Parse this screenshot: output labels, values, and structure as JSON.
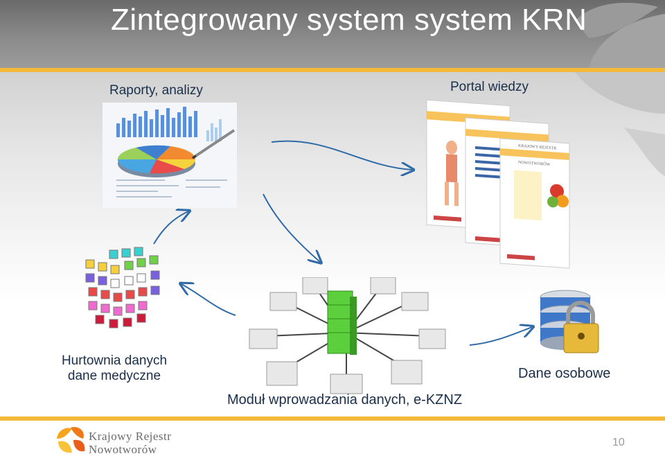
{
  "slide": {
    "title": "Zintegrowany system system KRN",
    "page_number": "10"
  },
  "nodes": {
    "reports": {
      "label": "Raporty, analizy"
    },
    "portal": {
      "label": "Portal wiedzy"
    },
    "warehouse": {
      "line1": "Hurtownia danych",
      "line2": "dane medyczne"
    },
    "entry_module": {
      "label": "Moduł wprowadzania danych, e-KZNZ"
    },
    "personal_data": {
      "label": "Dane osobowe"
    }
  },
  "logo": {
    "line1": "Krajowy Rejestr",
    "line2": "Nowotworów"
  },
  "portal_screens": {
    "site_name_1": "KRAJOWY REJESTR",
    "site_name_2": "NOWOTWORÓW"
  },
  "icons": [
    "report-chart-icon",
    "portal-screens-icon",
    "data-cube-icon",
    "server-network-icon",
    "database-lock-icon",
    "logo-mark-icon",
    "arrow-icon"
  ],
  "colors": {
    "accent": "#f4b93a",
    "label_text": "#1a2f4a",
    "arrow": "#2f6aa8",
    "header_grey": "#8a8a8a"
  }
}
